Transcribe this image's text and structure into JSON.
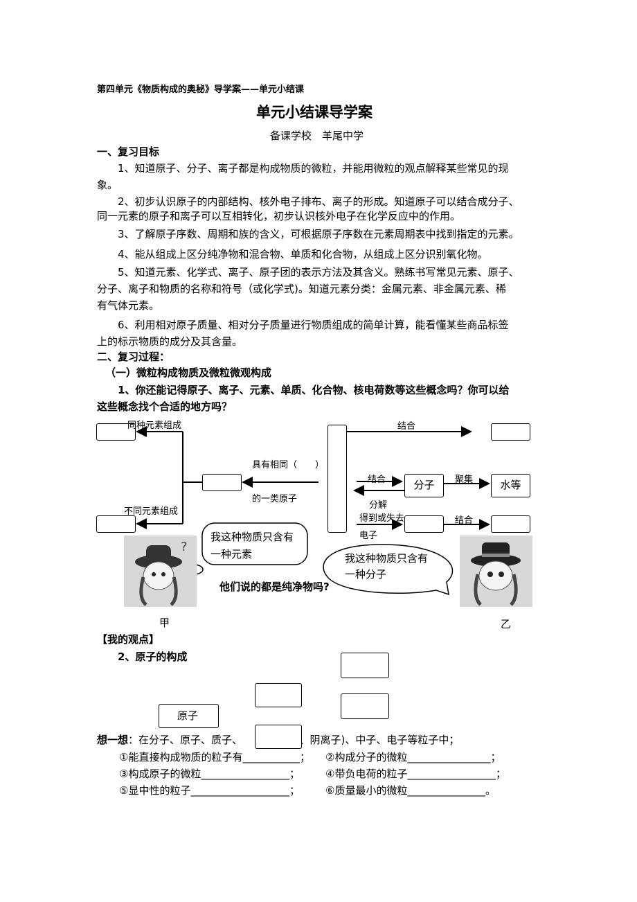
{
  "header": {
    "unit_title": "第四单元《物质构成的奥秘》导学案——单元小结课",
    "main_title": "单元小结课导学案",
    "school": "备课学校　羊尾中学"
  },
  "section1": {
    "heading": "一、复习目标",
    "lines": [
      "1、知道原子、分子、离子都是构成物质的微粒，并能用微粒的观点解释某些常见的现",
      "象。",
      "2、初步认识原子的内部结构、核外电子排布、离子的形成。知道原子可以结合成分子、",
      "同一元素的原子和离子可以互相转化，初步认识核外电子在化学反应中的作用。",
      "3、了解原子序数、周期和族的含义，可根据原子序数在元素周期表中找到指定的元素。",
      "4、能从组成上区分纯净物和混合物、单质和化合物，从组成上区分识别氧化物。",
      "5、知道元素、化学式、离子、原子团的表示方法及其含义。熟练书写常见元素、原子、",
      "分子、离子和物质的名称和符号（或化学式)。知道元素分类：金属元素、非金属元素、稀",
      "有气体元素。",
      "6、利用相对原子质量、相对分子质量进行物质组成的简单计算，能看懂某些商品标签",
      "上的标示物质的成分及其含量。"
    ]
  },
  "section2": {
    "heading": "二、复习过程：",
    "sub1": "（一）微粒构成物质及微粒微观构成",
    "q1_line1": "1、你还能记得原子、离子、元素、单质、化合物、核电荷数等这些概念吗？你可以给",
    "q1_line2": "这些概念找个合适的地方吗？"
  },
  "diagram1": {
    "same_element": "同种元素组成",
    "diff_element": "不同元素组成",
    "have_same": "具有相同（　　）",
    "class_of_atoms": "的一类原子",
    "combine_top": "结合",
    "combine_mid": "结合",
    "decompose": "分解",
    "gain_lose": "得到或失去",
    "electrons": "电子",
    "combine_low": "结合",
    "molecule": "分子",
    "gather": "聚集",
    "water": "水等"
  },
  "cartoon": {
    "bubble_jia": "我这种物质只含有一种元素",
    "bubble_jia_l1": "我这种物质只含有",
    "bubble_jia_l2": "一种元素",
    "bubble_yi_l1": "我这种物质只含有",
    "bubble_yi_l2": "一种分子",
    "question": "他们说的都是纯净物吗?",
    "label_jia": "甲",
    "label_yi": "乙"
  },
  "opinion": "【我的观点】",
  "atom_section": {
    "heading": "2、原子的构成",
    "atom": "原子"
  },
  "think": {
    "intro_bold": "想一想",
    "intro_rest": "：在分子、原子、质子、　　　　离子、阴离子)、中子、电子等粒子中；",
    "q1": "①能直接构成物质的粒子有___________；",
    "q2": "②构成分子的微粒________________；",
    "q3": "③构成原子的微粒_________________；",
    "q4": "④带负电荷的粒子_________________；",
    "q5": "⑤显中性的粒子___________________；",
    "q6": "⑥质量最小的微粒_______________。"
  }
}
